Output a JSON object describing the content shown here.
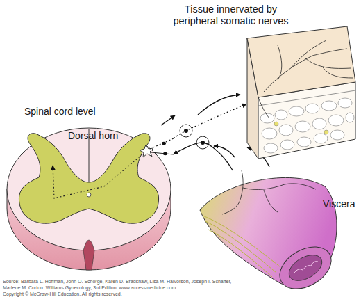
{
  "diagram": {
    "nodes": [
      {
        "text": [
          "Tissue innervated by peripheral somatic nerves"
        ]
      },
      {
        "text": [
          "Spinal cord level",
          "Dorsal horn"
        ]
      },
      {
        "text": [
          "Viscera"
        ]
      }
    ],
    "edges": [
      {
        "from": 2,
        "to": 1,
        "arrow": "to"
      },
      {
        "from": 1,
        "to": 0,
        "arrow": "to"
      }
    ],
    "labels": [
      "Source: Barbara L. Hoffman, John O. Schorge, Karen D. Bradshaw, Lisa M. Halvorson, Joseph I. Schaffer, Marlene M. Corton: Williams Gynecology, 3rd Edition: www.accessmedicine.com",
      "Copyright © McGraw-Hill Education. All rights reserved."
    ]
  }
}
